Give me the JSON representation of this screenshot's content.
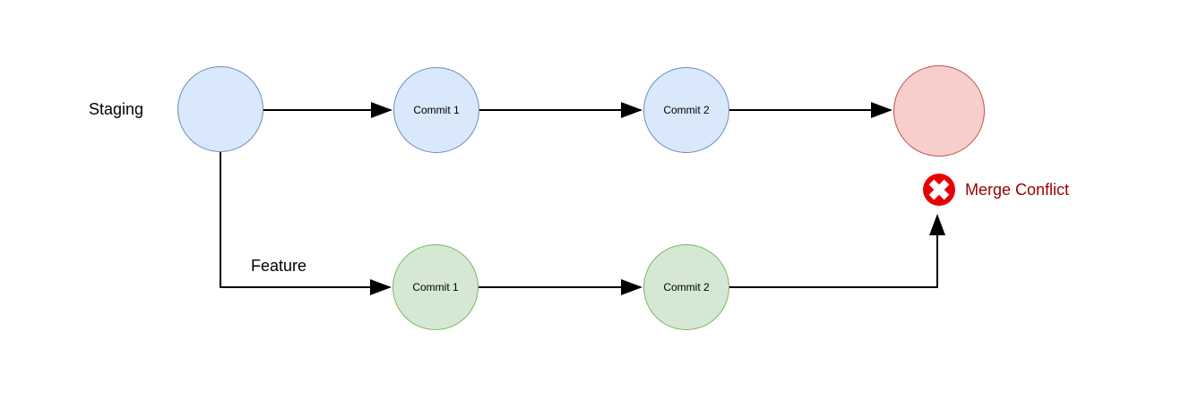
{
  "diagram": {
    "staging": {
      "branch_label": "Staging",
      "nodes": [
        {
          "name": "staging-start-node",
          "label": ""
        },
        {
          "name": "staging-commit-1-node",
          "label": "Commit 1"
        },
        {
          "name": "staging-commit-2-node",
          "label": "Commit 2"
        },
        {
          "name": "staging-merge-result-node",
          "label": ""
        }
      ]
    },
    "feature": {
      "branch_label": "Feature",
      "nodes": [
        {
          "name": "feature-commit-1-node",
          "label": "Commit 1"
        },
        {
          "name": "feature-commit-2-node",
          "label": "Commit 2"
        }
      ]
    },
    "conflict": {
      "label": "Merge Conflict",
      "icon": "error-x-icon"
    },
    "colors": {
      "staging_node_fill": "#dae8fc",
      "staging_node_stroke": "#6c8ebf",
      "feature_node_fill": "#d5e8d4",
      "feature_node_stroke": "#82b366",
      "conflict_node_fill": "#f8cecc",
      "conflict_node_stroke": "#b85450",
      "error_icon_color": "#e60000",
      "merge_conflict_text_color": "#990000",
      "arrow_color": "#000000"
    }
  }
}
